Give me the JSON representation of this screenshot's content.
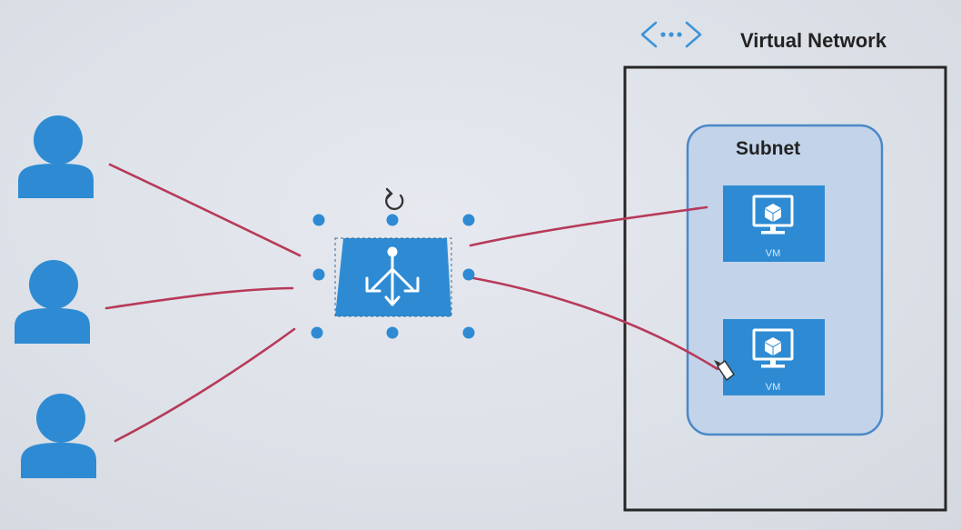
{
  "vnet": {
    "icon": "vnet-icon",
    "label": "Virtual Network"
  },
  "subnet": {
    "label": "Subnet"
  },
  "vms": [
    {
      "label": "VM",
      "icon": "monitor-cube-icon"
    },
    {
      "label": "VM",
      "icon": "monitor-cube-icon"
    }
  ],
  "users": [
    {
      "icon": "user-icon"
    },
    {
      "icon": "user-icon"
    },
    {
      "icon": "user-icon"
    }
  ],
  "load_balancer": {
    "icon": "load-balancer-icon",
    "rotate_handle_icon": "rotate-icon"
  },
  "colors": {
    "accent": "#2e8bd3",
    "connector": "#b73a5a",
    "subnet_fill": "#c3d4ea",
    "subnet_border": "#4a88c8",
    "frame": "#262626"
  }
}
